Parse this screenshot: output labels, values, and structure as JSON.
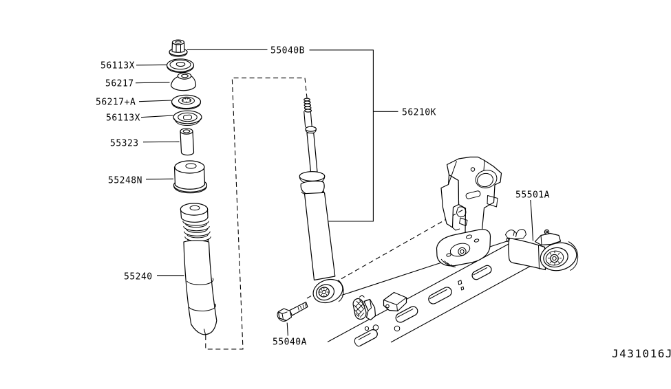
{
  "diagram": {
    "background_color": "#ffffff",
    "line_color": "#000000",
    "code": "J431016J",
    "labels": [
      {
        "text": "55040B"
      },
      {
        "text": "56113X"
      },
      {
        "text": "56217"
      },
      {
        "text": "56217+A"
      },
      {
        "text": "56113X"
      },
      {
        "text": "55323"
      },
      {
        "text": "55248N"
      },
      {
        "text": "55240"
      },
      {
        "text": "56210K"
      },
      {
        "text": "55040A"
      },
      {
        "text": "55501A"
      }
    ]
  }
}
